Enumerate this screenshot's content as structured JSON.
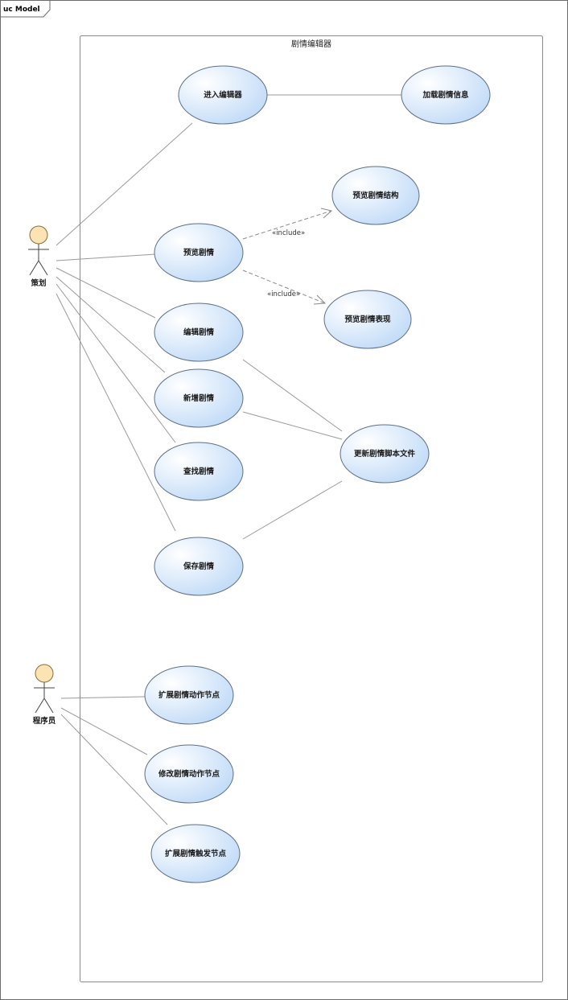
{
  "frame": {
    "label": "uc Model"
  },
  "boundary": {
    "label": "剧情编辑器"
  },
  "actors": {
    "planner": {
      "label": "策划"
    },
    "programmer": {
      "label": "程序员"
    }
  },
  "use_cases": {
    "enter_editor": "进入编辑器",
    "load_info": "加载剧情信息",
    "preview_structure": "预览剧情结构",
    "preview": "预览剧情",
    "preview_performance": "预览剧情表现",
    "edit": "编辑剧情",
    "add": "新增剧情",
    "update_script": "更新剧情脚本文件",
    "find": "查找剧情",
    "save": "保存剧情",
    "extend_action": "扩展剧情动作节点",
    "modify_action": "修改剧情动作节点",
    "extend_trigger": "扩展剧情触发节点"
  },
  "relations": {
    "include_1": "«include»",
    "include_2": "«include»"
  },
  "colors": {
    "usecase_top": "#ffffff",
    "usecase_bottom": "#bcd8f7",
    "actor_head": "#fbe3b4"
  }
}
